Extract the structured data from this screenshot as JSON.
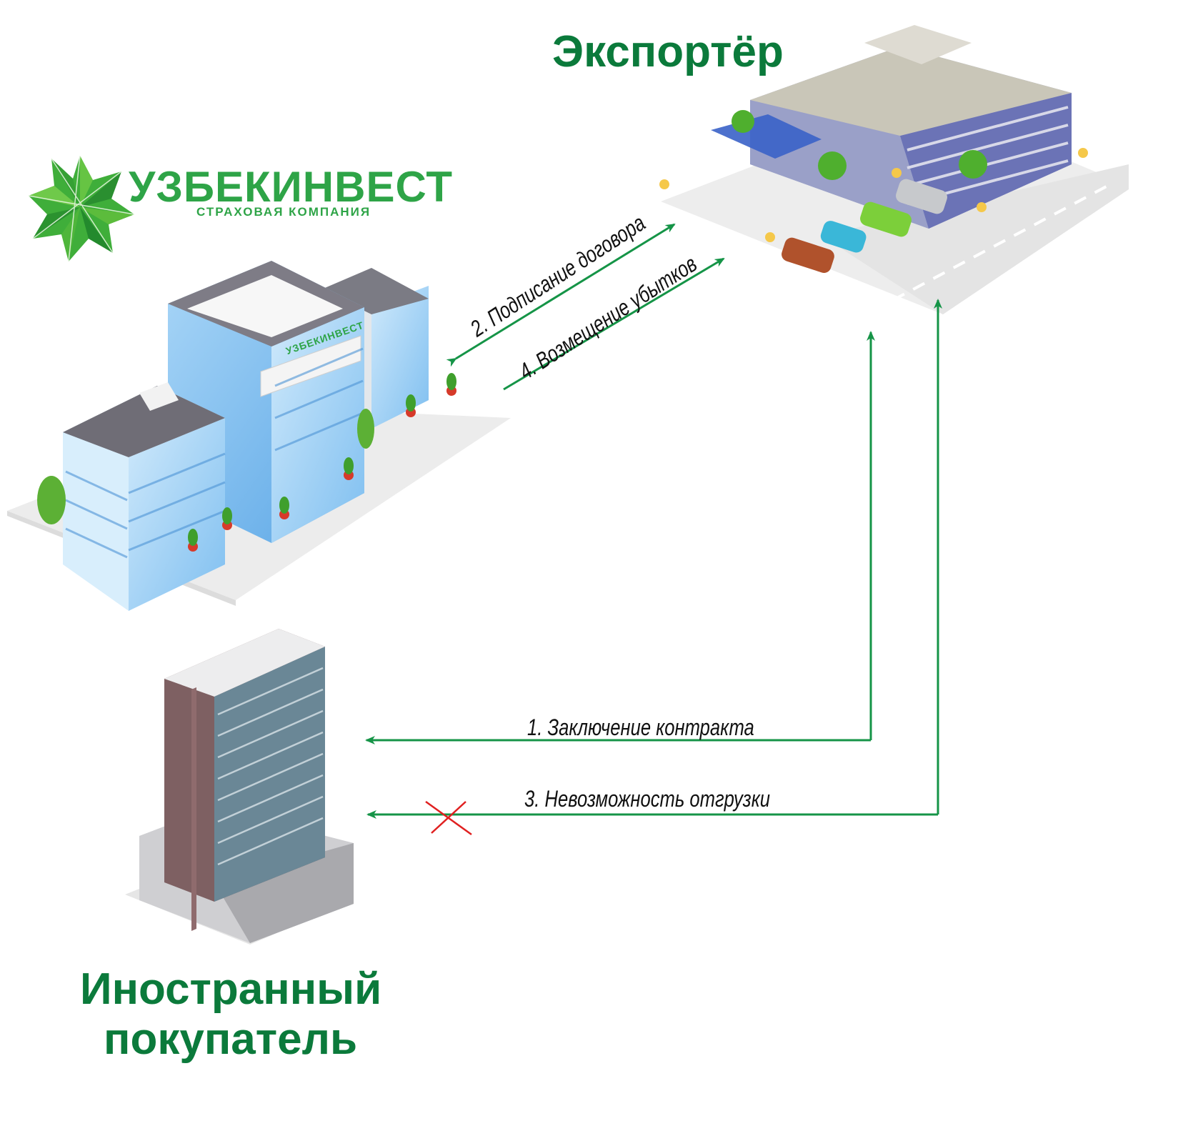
{
  "logo": {
    "name": "УЗБЕКИНВЕСТ",
    "subtitle": "СТРАХОВАЯ КОМПАНИЯ",
    "sign_text": "УЗБЕКИНВЕСТ"
  },
  "nodes": {
    "exporter": "Экспортёр",
    "buyer_line1": "Иностранный",
    "buyer_line2": "покупатель"
  },
  "steps": {
    "s1": "1. Заключение контракта",
    "s2": "2. Подписание договора",
    "s3": "3. Невозможность отгрузки",
    "s4": "4. Возмещение убытков"
  },
  "colors": {
    "arrow": "#159447",
    "title": "#0b7a3b",
    "brand": "#2ea447",
    "cross": "#e02020"
  }
}
